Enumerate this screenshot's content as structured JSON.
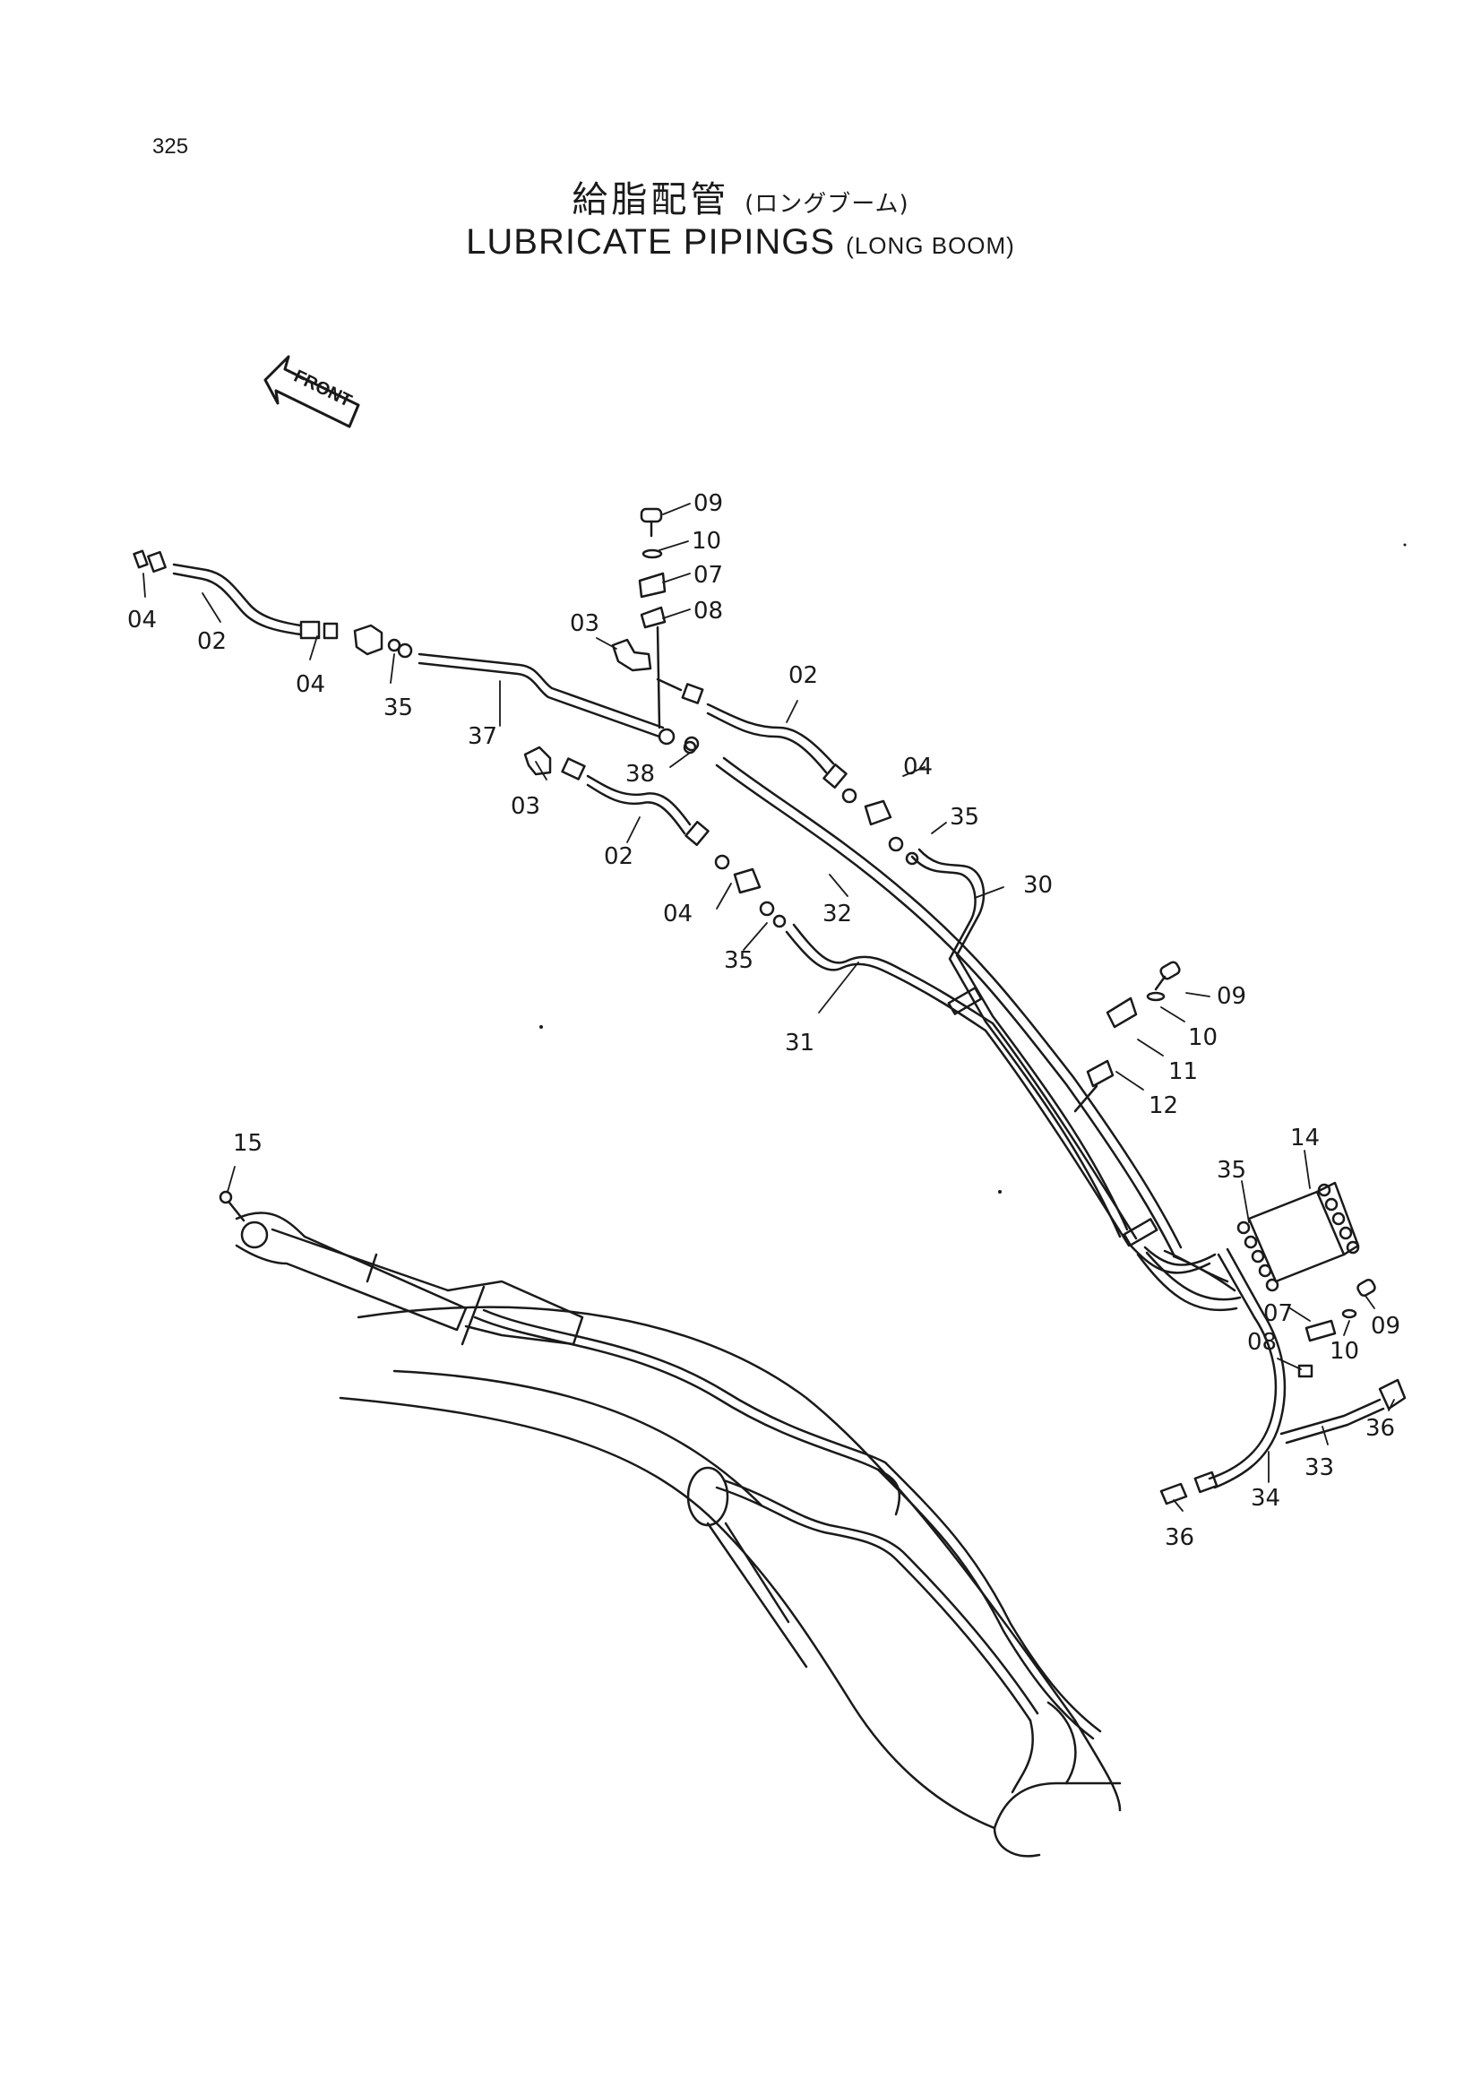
{
  "page_number": "325",
  "title_jp": "給脂配管",
  "title_jp_sub": "(ロングブーム)",
  "title_en": "LUBRICATE PIPINGS",
  "title_en_sub": "(LONG BOOM)",
  "front_label": "FRONT",
  "callouts": {
    "c04a": "04",
    "c02a": "02",
    "c04b": "04",
    "c35a": "35",
    "c37": "37",
    "c03a": "03",
    "c09a": "09",
    "c10a": "10",
    "c07a": "07",
    "c08a": "08",
    "c02b": "02",
    "c04c": "04",
    "c35b": "35",
    "c30": "30",
    "c03b": "03",
    "c38": "38",
    "c02c": "02",
    "c04d": "04",
    "c35c": "35",
    "c32": "32",
    "c31": "31",
    "c09b": "09",
    "c10b": "10",
    "c11": "11",
    "c12": "12",
    "c14": "14",
    "c35d": "35",
    "c07b": "07",
    "c10c": "10",
    "c09c": "09",
    "c08b": "08",
    "c36a": "36",
    "c33": "33",
    "c34": "34",
    "c36b": "36",
    "c15": "15"
  }
}
